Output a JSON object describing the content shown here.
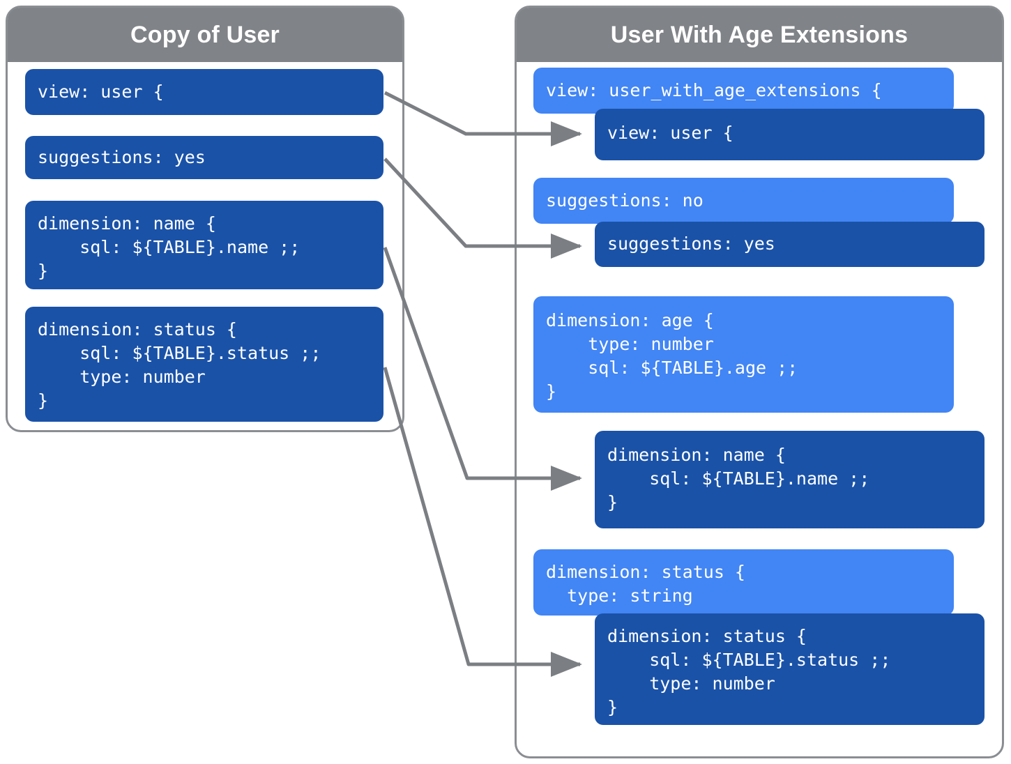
{
  "panels": {
    "left": {
      "title": "Copy of User",
      "blocks": [
        {
          "id": "view",
          "text": "view: user {"
        },
        {
          "id": "sugg",
          "text": "suggestions: yes"
        },
        {
          "id": "dim_name",
          "text": "dimension: name {\n    sql: ${TABLE}.name ;;\n}"
        },
        {
          "id": "dim_status",
          "text": "dimension: status {\n    sql: ${TABLE}.status ;;\n    type: number\n}"
        }
      ]
    },
    "right": {
      "title": "User With Age Extensions",
      "blocks": [
        {
          "id": "view_ext",
          "text": "view: user_with_age_extensions {"
        },
        {
          "id": "view_user",
          "text": "view: user {"
        },
        {
          "id": "sugg_no",
          "text": "suggestions: no"
        },
        {
          "id": "sugg_yes",
          "text": "suggestions: yes"
        },
        {
          "id": "dim_age",
          "text": "dimension: age {\n    type: number\n    sql: ${TABLE}.age ;;\n}"
        },
        {
          "id": "dim_name",
          "text": "dimension: name {\n    sql: ${TABLE}.name ;;\n}"
        },
        {
          "id": "dim_status_over",
          "text": "dimension: status {\n  type: string"
        },
        {
          "id": "dim_status_base",
          "text": "dimension: status {\n    sql: ${TABLE}.status ;;\n    type: number\n}"
        }
      ]
    }
  },
  "colors": {
    "header_gray": "#808387",
    "panel_border": "#8a8d91",
    "dark_blue": "#1a52a8",
    "light_blue": "#4285f4",
    "connector_gray": "#7b7e82",
    "text_white": "#ffffff",
    "background": "#ffffff"
  },
  "connectors": [
    {
      "id": "view-to-view",
      "from": "left.view",
      "to": "right.view_user"
    },
    {
      "id": "sugg-to-sugg",
      "from": "left.sugg",
      "to": "right.sugg_yes"
    },
    {
      "id": "name-to-name",
      "from": "left.dim_name",
      "to": "right.dim_name"
    },
    {
      "id": "status-to-status",
      "from": "left.dim_status",
      "to": "right.dim_status_base"
    }
  ]
}
